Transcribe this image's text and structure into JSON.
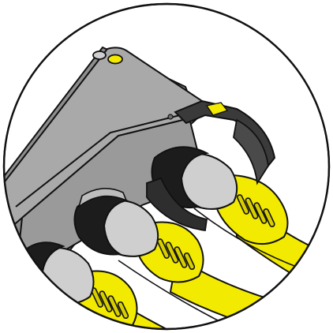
{
  "illustration": {
    "subject": "connector-installation-detail",
    "colors": {
      "background": "#ffffff",
      "outline": "#111111",
      "housing_gray": "#a9a9a9",
      "housing_dark_gray": "#8e8e8e",
      "connector_black": "#1c1c1c",
      "connector_mid_gray": "#cfcfcf",
      "cable_yellow": "#f2ea00",
      "cable_yellow_shadow": "#d8cf00",
      "status_led_yellow": "#f4ea00"
    },
    "connectors": [
      {
        "name": "connector-1",
        "has_clip": true
      },
      {
        "name": "connector-2",
        "has_clip": false
      },
      {
        "name": "connector-3",
        "has_clip": false
      },
      {
        "name": "connector-4",
        "has_clip": false
      }
    ]
  }
}
